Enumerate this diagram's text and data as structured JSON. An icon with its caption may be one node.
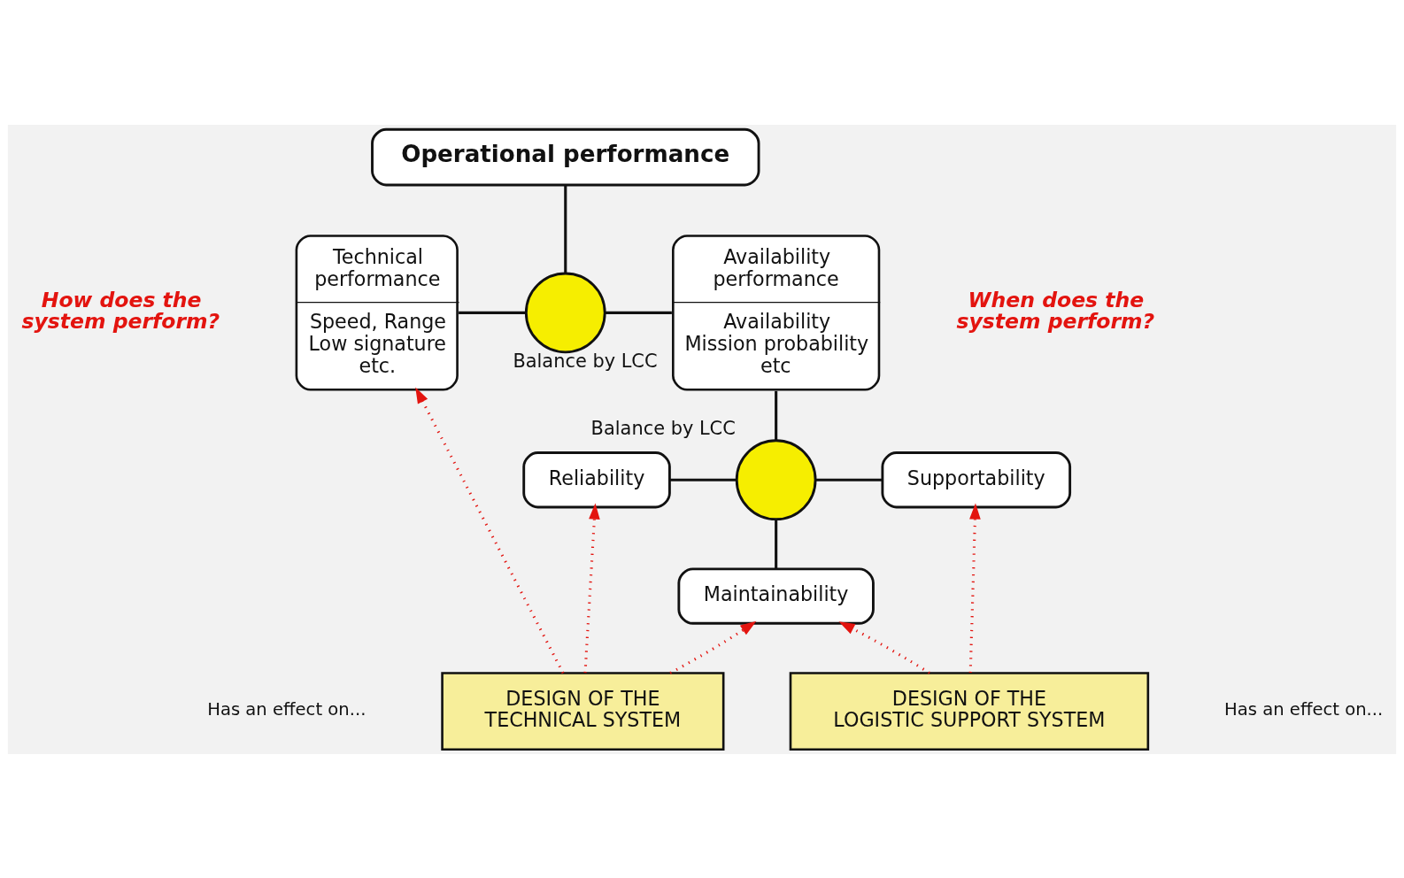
{
  "diagram": {
    "nodes": [
      {
        "text": [
          "Operational performance"
        ]
      },
      {
        "text": [],
        "shape": "circle",
        "beside": [
          "Balance by LCC"
        ]
      },
      {
        "text": [
          "Technical performance",
          "Speed, Range Low signature etc."
        ]
      },
      {
        "text": [
          "Availability performance",
          "Availability Mission probability etc"
        ]
      },
      {
        "text": [],
        "shape": "circle",
        "beside": [
          "Balance by LCC"
        ]
      },
      {
        "text": [
          "Reliability"
        ]
      },
      {
        "text": [
          "Supportability"
        ]
      },
      {
        "text": [
          "Maintainability"
        ]
      },
      {
        "text": [
          "DESIGN OF THE TECHNICAL SYSTEM"
        ]
      },
      {
        "text": [
          "DESIGN OF THE LOGISTIC SUPPORT SYSTEM"
        ]
      }
    ],
    "edges": [
      {
        "from": 0,
        "to": 1,
        "arrow": "none"
      },
      {
        "from": 2,
        "to": 1,
        "arrow": "none"
      },
      {
        "from": 1,
        "to": 3,
        "arrow": "none"
      },
      {
        "from": 3,
        "to": 4,
        "arrow": "none"
      },
      {
        "from": 5,
        "to": 4,
        "arrow": "none"
      },
      {
        "from": 4,
        "to": 6,
        "arrow": "none"
      },
      {
        "from": 4,
        "to": 7,
        "arrow": "none"
      },
      {
        "from": 8,
        "to": 2,
        "arrow": "to",
        "style": "dashed",
        "color": "#e3140f"
      },
      {
        "from": 8,
        "to": 5,
        "arrow": "to",
        "style": "dashed",
        "color": "#e3140f"
      },
      {
        "from": 8,
        "to": 7,
        "arrow": "to",
        "style": "dashed",
        "color": "#e3140f"
      },
      {
        "from": 9,
        "to": 7,
        "arrow": "to",
        "style": "dashed",
        "color": "#e3140f"
      },
      {
        "from": 9,
        "to": 6,
        "arrow": "to",
        "style": "dashed",
        "color": "#e3140f"
      }
    ],
    "labels": [
      "How does the system perform?",
      "When does the system perform?",
      "Has an effect on...",
      "Has an effect on..."
    ]
  }
}
